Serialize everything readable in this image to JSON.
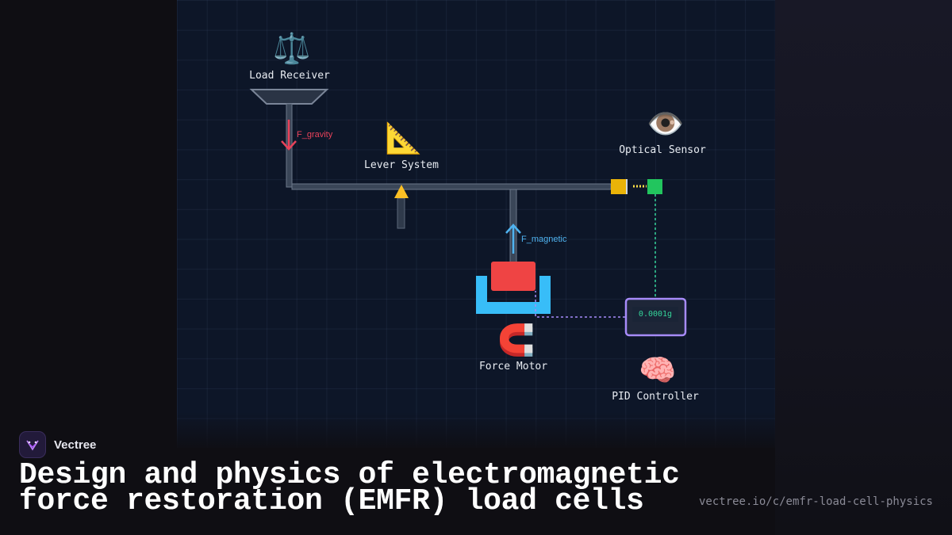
{
  "diagram": {
    "components": {
      "load_receiver": {
        "label": "Load Receiver",
        "icon": "balance-scale-icon",
        "glyph": "⚖️"
      },
      "lever_system": {
        "label": "Lever System",
        "icon": "triangular-ruler-icon",
        "glyph": "📐"
      },
      "optical_sensor": {
        "label": "Optical Sensor",
        "icon": "eye-icon",
        "glyph": "👁️"
      },
      "force_motor": {
        "label": "Force Motor",
        "icon": "magnet-icon",
        "glyph": "🧲"
      },
      "pid_controller": {
        "label": "PID Controller",
        "icon": "brain-icon",
        "glyph": "🧠",
        "readout": "0.0001g"
      }
    },
    "forces": {
      "gravity": {
        "label": "F_gravity",
        "color": "#e8425a"
      },
      "magnetic": {
        "label": "F_magnetic",
        "color": "#4fb3f0"
      }
    },
    "colors": {
      "structure": "#5a6678",
      "fulcrum": "#fbbf24",
      "vane": "#eab308",
      "sensor": "#22c55e",
      "magnet": "#38bdf8",
      "coil": "#ef4444",
      "controller": "#a78bfa"
    }
  },
  "brand": {
    "name": "Vectree",
    "logo_icon": "vectree-logo-icon"
  },
  "title": "Design and physics of electromagnetic force restoration (EMFR) load cells",
  "url": "vectree.io/c/emfr-load-cell-physics"
}
